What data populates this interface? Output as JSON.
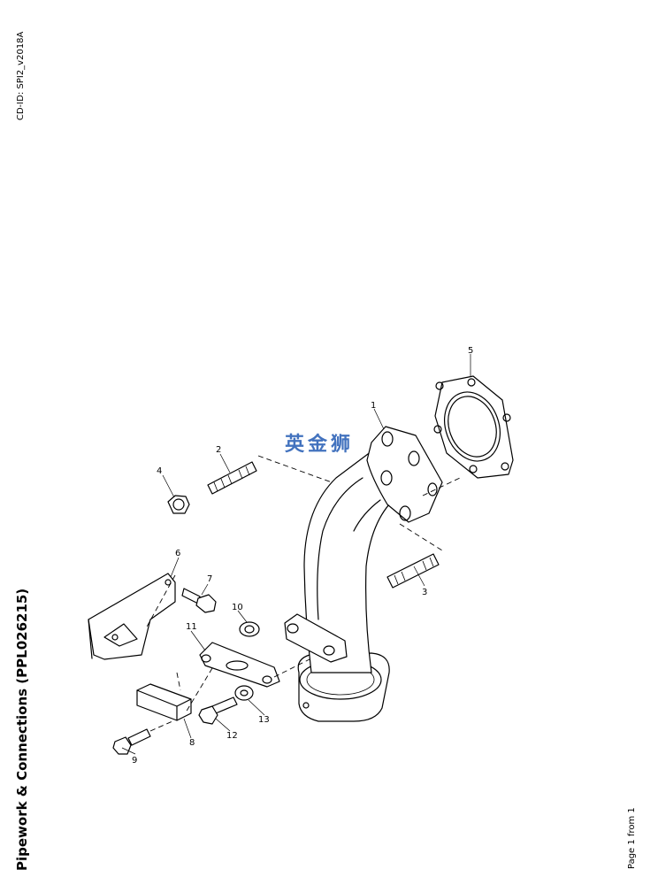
{
  "document": {
    "cd_id": "CD-ID: SPI2_v2018A",
    "title": "Pipework & Connections (PPL026215)",
    "page_info": "Page 1 from 1"
  },
  "watermark": {
    "text": "英金狮",
    "color": "#2e63b8"
  },
  "callouts": [
    "1",
    "2",
    "3",
    "4",
    "5",
    "6",
    "7",
    "8",
    "9",
    "10",
    "11",
    "12",
    "13"
  ]
}
